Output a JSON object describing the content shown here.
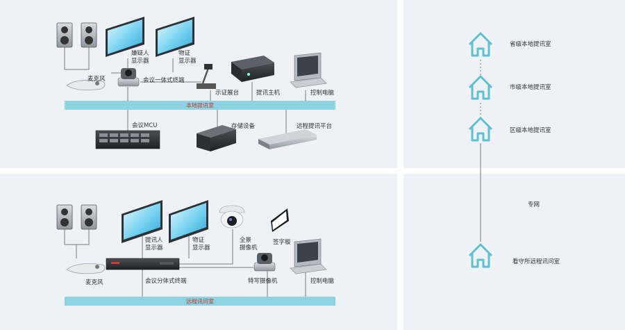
{
  "top": {
    "bar_label": "本地提讯室",
    "devices": {
      "suspect_display_1": "嫌疑人",
      "suspect_display_2": "显示器",
      "evidence_display_1": "物证",
      "evidence_display_2": "显示器",
      "microphone": "麦克风",
      "terminal": "会议一体式终端",
      "visualizer": "示证展台",
      "host": "提讯主机",
      "pc": "控制电脑",
      "mcu": "会议MCU",
      "storage": "存储设备",
      "platform": "远程提讯平台"
    }
  },
  "bottom": {
    "bar_label": "远程讯问室",
    "devices": {
      "display1_1": "提讯人",
      "display1_2": "显示器",
      "display2_1": "物证",
      "display2_2": "显示器",
      "dome_1": "全景",
      "dome_2": "摄像机",
      "sign_pad": "签字板",
      "microphone": "麦克风",
      "terminal": "会议分体式终端",
      "ptz": "特写摄像机",
      "pc": "控制电脑"
    }
  },
  "right": {
    "nodes": [
      "省级本地提讯室",
      "市级本地提讯室",
      "区级本地提讯室"
    ],
    "network_label": "专网",
    "remote": "看守所远程讯问室",
    "accent": "#5fc1cf"
  }
}
